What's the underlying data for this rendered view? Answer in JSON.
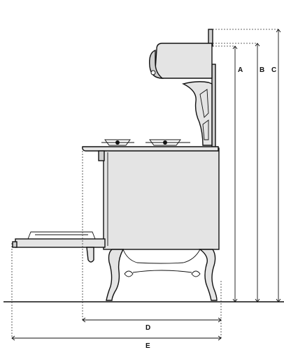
{
  "dimensions": {
    "A": "A",
    "B": "B",
    "C": "C",
    "D": "D",
    "E": "E"
  },
  "colors": {
    "line": "#111111",
    "fill": "#e4e4e4",
    "fill_dark": "#cfcfcf",
    "background": "#ffffff"
  }
}
